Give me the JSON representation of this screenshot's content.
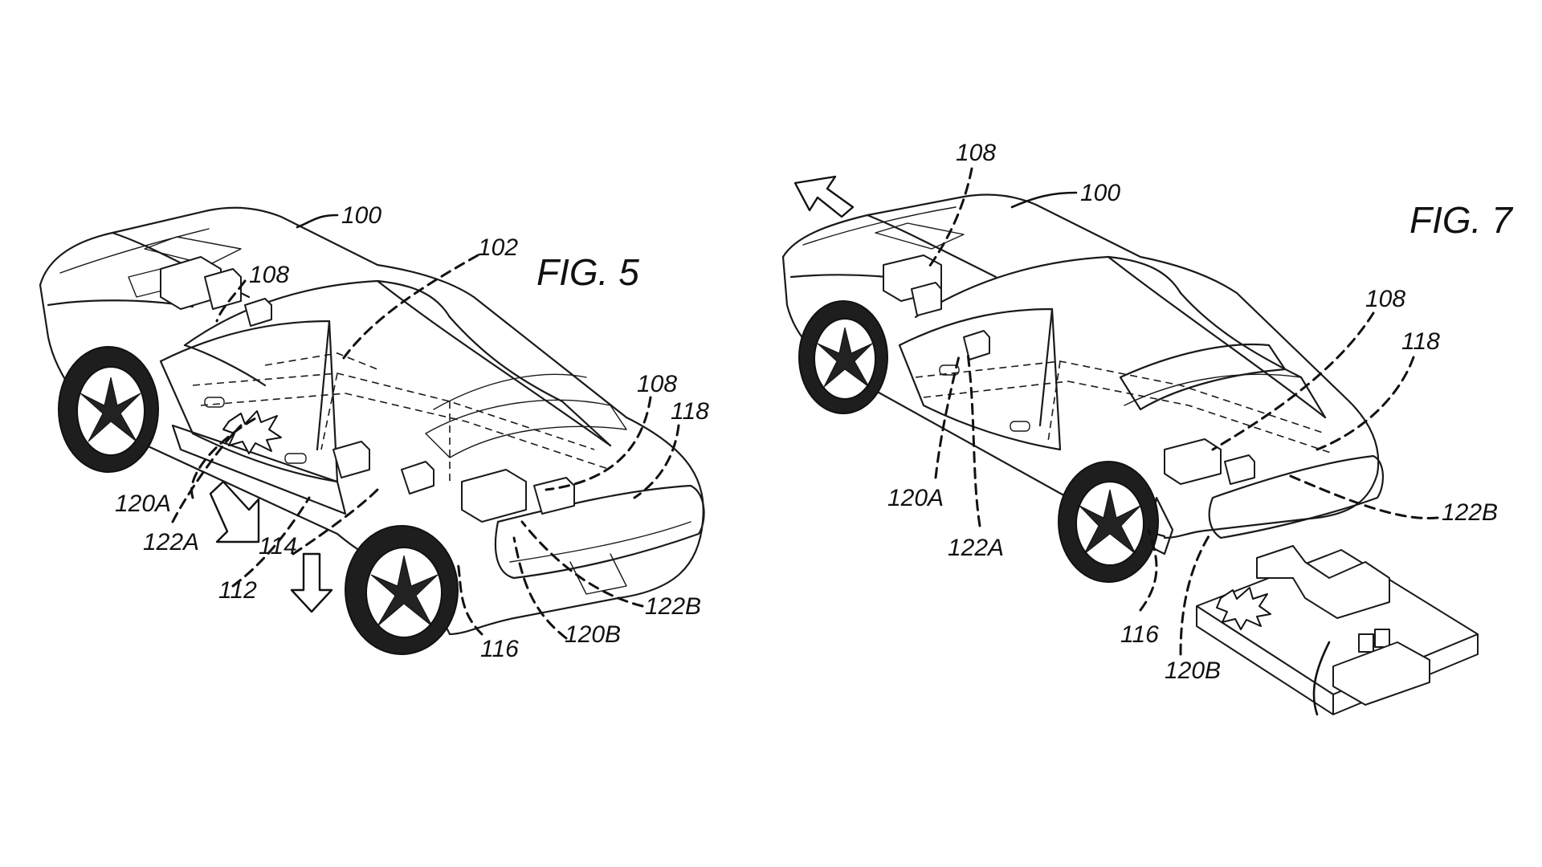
{
  "figure5": {
    "title": "FIG. 5",
    "labels": {
      "vehicle": "100",
      "cabin": "102",
      "front_module": "108",
      "rear_module": "108",
      "rear_component": "118",
      "front_left": "120A",
      "front_left_conn": "122A",
      "rocker": "112",
      "door": "114",
      "rear_body": "116",
      "rear_conn": "122B",
      "rear_left": "120B"
    }
  },
  "figure7": {
    "title": "FIG. 7",
    "labels": {
      "vehicle": "100",
      "top_module": "108",
      "rear_module": "108",
      "rear_component": "118",
      "front_left": "120A",
      "front_left_conn": "122A",
      "rear_conn": "122B",
      "rear_body": "116",
      "rear_left": "120B"
    }
  },
  "icons": {
    "down_arrow": "down-arrow-icon",
    "up_arrow": "up-left-arrow-icon",
    "spark": "spark-icon"
  }
}
